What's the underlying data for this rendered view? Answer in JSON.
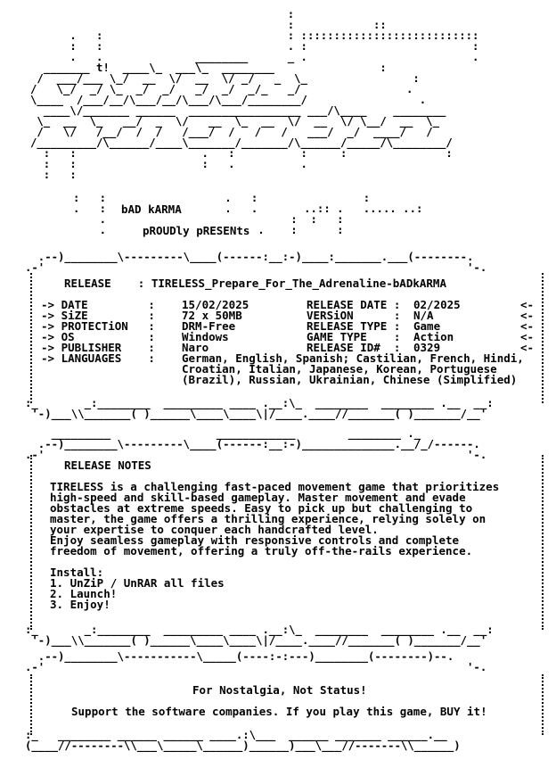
{
  "logo": {
    "group": "bAD kARMA",
    "presents": "pROUDly pRESENts",
    "tag": "t!"
  },
  "release": {
    "heading": "RELEASE    :",
    "name": "TIRELESS_Prepare_For_The_Adrenaline-bADkARMA",
    "rows": [
      {
        "label": "-> DATE         :",
        "value": "15/02/2025",
        "label2": "RELEASE DATE :",
        "value2": "02/2025",
        "arrow": "<-"
      },
      {
        "label": "-> SiZE         :",
        "value": "72 x 50MB",
        "label2": "VERSiON      :",
        "value2": "N/A",
        "arrow": "<-"
      },
      {
        "label": "-> PROTECTiON   :",
        "value": "DRM-Free",
        "label2": "RELEASE TYPE :",
        "value2": "Game",
        "arrow": "<-"
      },
      {
        "label": "-> OS           :",
        "value": "Windows",
        "label2": "GAME TYPE    :",
        "value2": "Action",
        "arrow": "<-"
      },
      {
        "label": "-> PUBLISHER    :",
        "value": "Naro",
        "label2": "RELEASE ID#  :",
        "value2": "0329",
        "arrow": "<-"
      }
    ],
    "languages_label": "-> LANGUAGES    :",
    "languages_lines": [
      "German, English, Spanish; Castilian, French, Hindi,",
      "Croatian, Italian, Japanese, Korean, Portuguese",
      "(Brazil), Russian, Ukrainian, Chinese (Simplified)"
    ]
  },
  "notes": {
    "heading": "RELEASE NOTES",
    "lines": [
      "TIRELESS is a challenging fast-paced movement game that prioritizes",
      "high-speed and skill-based gameplay. Master movement and evade",
      "obstacles at extreme speeds. Easy to pick up but challenging to",
      "master, the game offers a thrilling experience, relying solely on",
      "your expertise to conquer each handcrafted level.",
      "Enjoy seamless gameplay with responsive controls and complete",
      "freedom of movement, offering a truly off-the-rails experience."
    ],
    "install_heading": "Install:",
    "install_steps": [
      "1. UnZiP / UnRAR all files",
      "2. Launch!",
      "3. Enjoy!"
    ]
  },
  "footer": {
    "motto": "For Nostalgia, Not Status!",
    "support": "Support the software companies. If you play this game, BUY it!"
  }
}
